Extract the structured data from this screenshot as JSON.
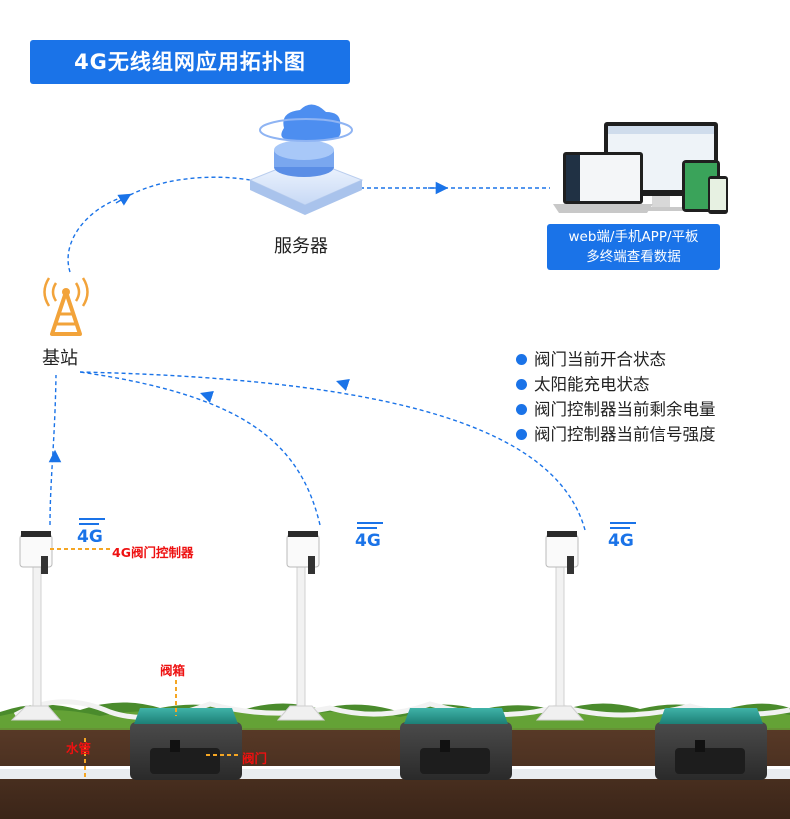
{
  "title": "4G无线组网应用拓扑图",
  "nodes": {
    "server": "服务器",
    "base_station": "基站",
    "clients": {
      "line1": "web端/手机APP/平板",
      "line2": "多终端查看数据"
    }
  },
  "status_items": [
    "阀门当前开合状态",
    "太阳能充电状态",
    "阀门控制器当前剩余电量",
    "阀门控制器当前信号强度"
  ],
  "signal_label": "4G",
  "controller_label": "4G阀门控制器",
  "ground_labels": {
    "valve_box": "阀箱",
    "water_pipe": "水管",
    "valve": "阀门"
  },
  "colors": {
    "accent": "#1a73e8",
    "annotation": "#ee1111",
    "leader": "#f5a623"
  }
}
